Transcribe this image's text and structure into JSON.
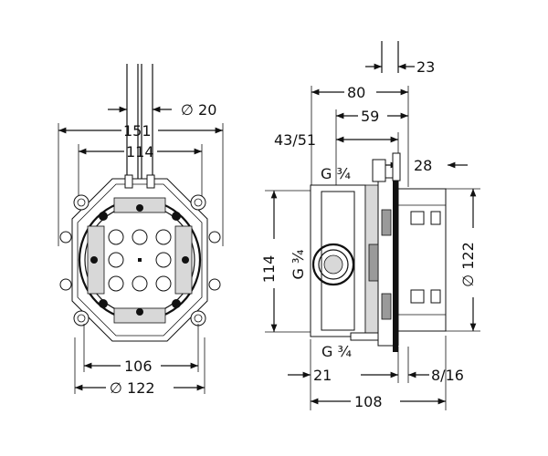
{
  "front_view": {
    "dia_pipe": "∅ 20",
    "width_outer": "151",
    "width_inner": "114",
    "width_bottom": "106",
    "dia_outer": "∅ 122"
  },
  "side_view": {
    "top_offset": "23",
    "depth_80": "80",
    "depth_59": "59",
    "depth_43_51": "43/51",
    "thread_top": "G ¾",
    "right_28": "28",
    "height_114": "114",
    "thread_side": "G ¾",
    "dia_122": "∅ 122",
    "thread_bottom": "G ¾",
    "bottom_21": "21",
    "bottom_8_16": "8/16",
    "total_108": "108"
  }
}
